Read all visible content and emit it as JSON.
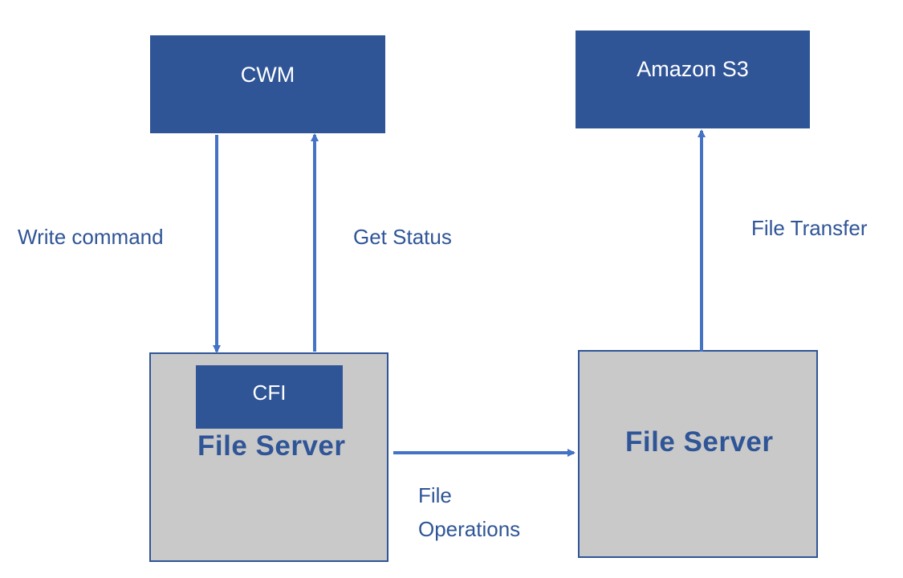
{
  "nodes": {
    "cwm": "CWM",
    "s3": "Amazon S3",
    "cfi": "CFI",
    "file_server_left": "File Server",
    "file_server_right": "File Server"
  },
  "edges": {
    "write_command": "Write command",
    "get_status": "Get Status",
    "file_transfer": "File Transfer",
    "file_operations_line1": "File",
    "file_operations_line2": "Operations"
  },
  "colors": {
    "box_fill": "#2f5597",
    "server_fill": "#c9c9c9",
    "arrow": "#4472c4",
    "text": "#2f5597"
  }
}
